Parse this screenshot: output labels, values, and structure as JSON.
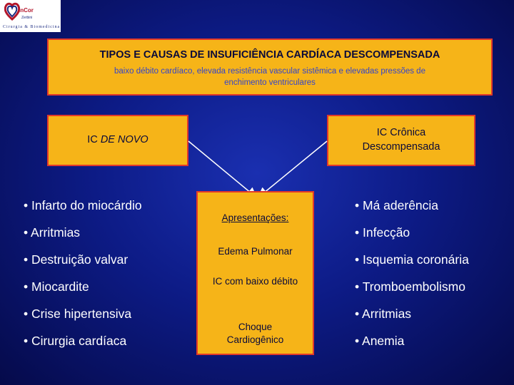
{
  "logo": {
    "text": "InCor",
    "sub": "Zerbini",
    "tagline": "Cirurgia & Biomedicina",
    "brand_color": "#b3152a"
  },
  "title_box": {
    "title": "TIPOS E CAUSAS DE INSUFICIÊNCIA CARDÍACA DESCOMPENSADA",
    "subtitle": "baixo débito cardíaco, elevada resistência vascular sistêmica e elevadas pressões de enchimento ventriculares"
  },
  "left_box": {
    "prefix": "IC ",
    "emphasis": "DE NOVO"
  },
  "right_box": {
    "line1": "IC Crônica",
    "line2": "Descompensada"
  },
  "center_box": {
    "heading": "Apresentações:",
    "items": [
      "Edema Pulmonar",
      "IC com baixo débito",
      "Choque Cardiogênico"
    ]
  },
  "left_list": [
    "Infarto do miocárdio",
    "Arritmias",
    "Destruição valvar",
    "Miocardite",
    "Crise hipertensiva",
    "Cirurgia cardíaca"
  ],
  "right_list": [
    "Má aderência",
    "Infecção",
    "Isquemia coronária",
    "Tromboembolismo",
    "Arritmias",
    "Anemia"
  ],
  "colors": {
    "box_fill": "#f6b418",
    "box_border": "#e2382a",
    "background": "#0d1b86",
    "list_text": "#ffffff"
  }
}
